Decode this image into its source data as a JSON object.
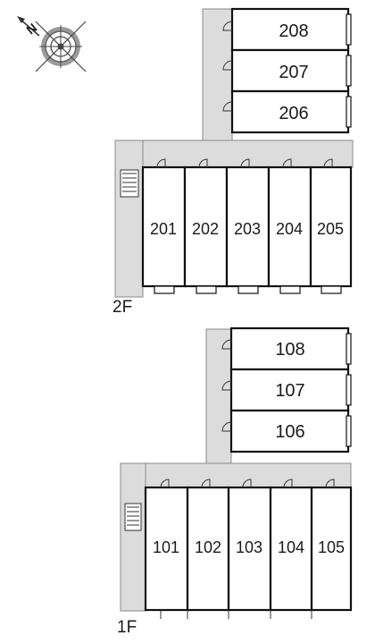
{
  "compass": {
    "north_label": "N"
  },
  "floors": [
    {
      "id": "2f",
      "label": "2F",
      "wing_units": [
        "208",
        "207",
        "206"
      ],
      "row_units": [
        "201",
        "202",
        "203",
        "204",
        "205"
      ]
    },
    {
      "id": "1f",
      "label": "1F",
      "wing_units": [
        "108",
        "107",
        "106"
      ],
      "row_units": [
        "101",
        "102",
        "103",
        "104",
        "105"
      ]
    }
  ]
}
